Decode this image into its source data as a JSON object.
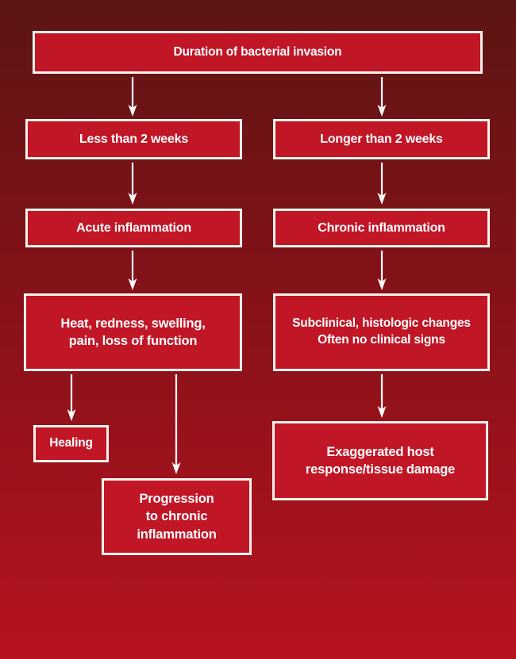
{
  "diagram": {
    "title": "Duration of bacterial invasion",
    "boxes": {
      "duration": {
        "label": "Duration of bacterial invasion"
      },
      "less_than_2_weeks": {
        "label": "Less than 2 weeks"
      },
      "longer_than_2_weeks": {
        "label": "Longer than 2 weeks"
      },
      "acute_inflammation": {
        "label": "Acute inflammation"
      },
      "chronic_inflammation": {
        "label": "Chronic inflammation"
      },
      "acute_signs": {
        "label": "Heat, redness, swelling,\npain, loss of function"
      },
      "chronic_signs": {
        "label": "Subclinical, histologic changes\nOften no clinical signs"
      },
      "healing": {
        "label": "Healing"
      },
      "progression_to_chronic": {
        "label": "Progression\nto chronic\ninflammation"
      },
      "exaggerated_host_response": {
        "label": "Exaggerated host\nresponse/tissue damage"
      }
    },
    "connections": [
      "duration -> less_than_2_weeks",
      "duration -> longer_than_2_weeks",
      "less_than_2_weeks -> acute_inflammation",
      "longer_than_2_weeks -> chronic_inflammation",
      "acute_inflammation -> acute_signs",
      "chronic_inflammation -> chronic_signs",
      "acute_signs -> healing",
      "acute_signs -> progression_to_chronic",
      "chronic_signs -> exaggerated_host_response"
    ]
  },
  "colors": {
    "background_top": "#5c1414",
    "background_bottom": "#b5131f",
    "box_fill": "#c11626",
    "box_border": "#f7f3ec",
    "text": "#ffffff",
    "arrow": "#ffffff"
  }
}
